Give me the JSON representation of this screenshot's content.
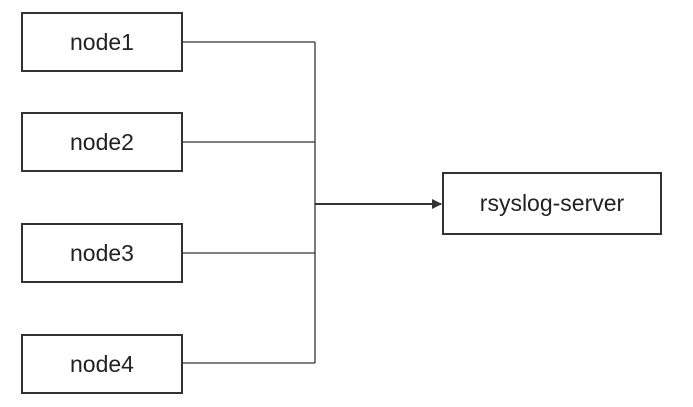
{
  "nodes": [
    {
      "label": "node1"
    },
    {
      "label": "node2"
    },
    {
      "label": "node3"
    },
    {
      "label": "node4"
    }
  ],
  "server": {
    "label": "rsyslog-server"
  },
  "colors": {
    "stroke": "#333333",
    "background": "#ffffff",
    "text": "#222222"
  }
}
